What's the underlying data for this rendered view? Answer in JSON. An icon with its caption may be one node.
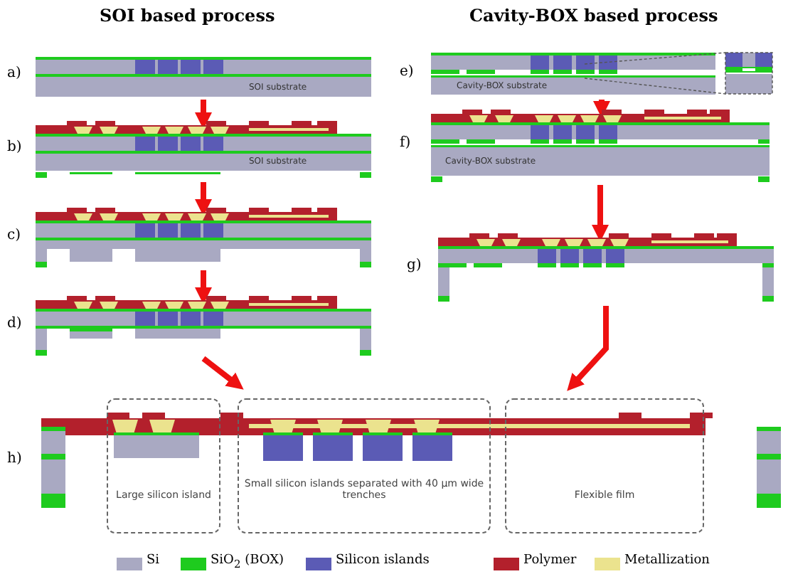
{
  "diagram": {
    "nodes": [
      {
        "text": [
          "SOI substrate"
        ],
        "beside": [
          "a)"
        ]
      },
      {
        "text": [
          "SOI substrate"
        ],
        "beside": [
          "b)"
        ]
      },
      {
        "text": [],
        "shape": "picture",
        "beside": [
          "c)"
        ]
      },
      {
        "text": [],
        "shape": "picture",
        "beside": [
          "d)"
        ]
      },
      {
        "text": [
          "Cavity-BOX substrate"
        ],
        "beside": [
          "e)"
        ]
      },
      {
        "text": [
          "Cavity-BOX substrate"
        ],
        "beside": [
          "f)"
        ]
      },
      {
        "text": [],
        "shape": "picture",
        "beside": [
          "g)"
        ]
      },
      {
        "text": [],
        "shape": "picture",
        "beside": [
          "h)"
        ]
      },
      {
        "text": [
          "Large silicon island"
        ]
      },
      {
        "text": [
          "Small silicon islands separated with 40 µm wide trenches"
        ]
      },
      {
        "text": [
          "Flexible film"
        ]
      }
    ],
    "edges": [
      {
        "from": 0,
        "to": 1,
        "arrow": "to"
      },
      {
        "from": 1,
        "to": 2,
        "arrow": "to"
      },
      {
        "from": 2,
        "to": 3,
        "arrow": "to"
      },
      {
        "from": 3,
        "to": 7,
        "arrow": "to"
      },
      {
        "from": 4,
        "to": 5,
        "arrow": "to"
      },
      {
        "from": 5,
        "to": 6,
        "arrow": "to"
      },
      {
        "from": 6,
        "to": 7,
        "arrow": "to"
      }
    ],
    "labels": [
      "SOI based process",
      "Cavity-BOX based process"
    ],
    "legend": [
      {
        "text": "Si",
        "color": "#a9a9c2"
      },
      {
        "text": "SiO$_{2}$ (BOX)",
        "color": "#1ecb1e"
      },
      {
        "text": "Silicon islands",
        "color": "#5b5bb5"
      },
      {
        "text": "Polymer",
        "color": "#b3202c"
      },
      {
        "text": "Metallization",
        "color": "#ebe38e"
      }
    ]
  }
}
